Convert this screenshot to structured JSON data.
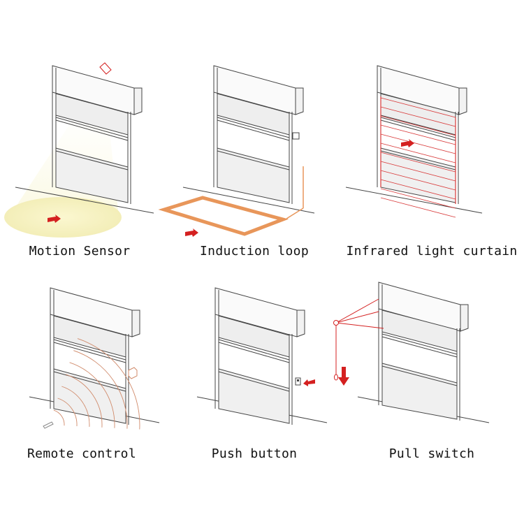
{
  "panels": [
    {
      "id": "motion",
      "label": "Motion Sensor",
      "icon": "motion-sensor-icon"
    },
    {
      "id": "loop",
      "label": "Induction loop",
      "icon": "induction-loop-icon"
    },
    {
      "id": "infrared",
      "label": "Infrared light curtain",
      "icon": "infrared-curtain-icon"
    },
    {
      "id": "remote",
      "label": "Remote control",
      "icon": "remote-control-icon"
    },
    {
      "id": "push",
      "label": "Push button",
      "icon": "push-button-icon"
    },
    {
      "id": "pull",
      "label": "Pull switch",
      "icon": "pull-switch-icon"
    }
  ],
  "colors": {
    "line": "#444444",
    "panel_fill": "#eeeeee",
    "arrow": "#d42020",
    "sensor_cone": "#f7f3c8",
    "induction_loop": "#e8965a",
    "infrared_beam": "#d83a3a",
    "remote_wave": "#d08a6a"
  }
}
